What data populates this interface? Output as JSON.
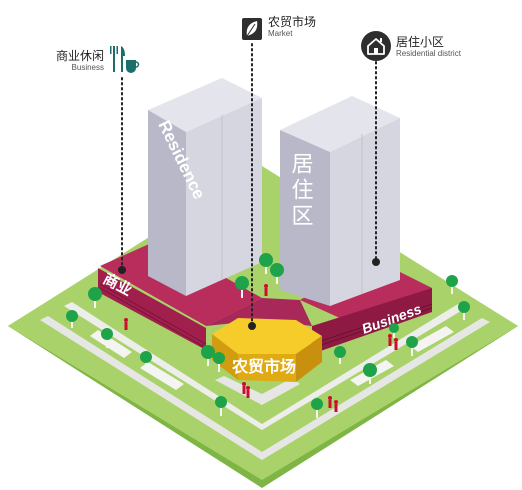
{
  "labels": {
    "business": {
      "cn": "商业休闲",
      "en": "Business"
    },
    "market": {
      "cn": "农贸市场",
      "en": "Market"
    },
    "residential": {
      "cn": "居住小区",
      "en": "Residential district"
    }
  },
  "building_text": {
    "residence_en": "Residence",
    "residence_cn": "居住区",
    "business_cn": "商业",
    "business_en": "Business",
    "market_cn": "农贸市场"
  },
  "icons": {
    "business": "fork-knife-cup-icon",
    "market": "leaf-icon",
    "residential": "house-icon"
  },
  "colors": {
    "podium": "#a01f4c",
    "podium_dark": "#7c1339",
    "market": "#f2c41c",
    "market_dark": "#d29c10",
    "tower_front": "#b9b8c9",
    "tower_side": "#dcdce6",
    "grass": "#a9d36a",
    "grass_dark": "#7fb545",
    "road": "#e6e6e4",
    "tree": "#1fa34a",
    "figure": "#c8102e",
    "icon_dark": "#2e2e2e",
    "icon_teal": "#1a6f6c"
  }
}
